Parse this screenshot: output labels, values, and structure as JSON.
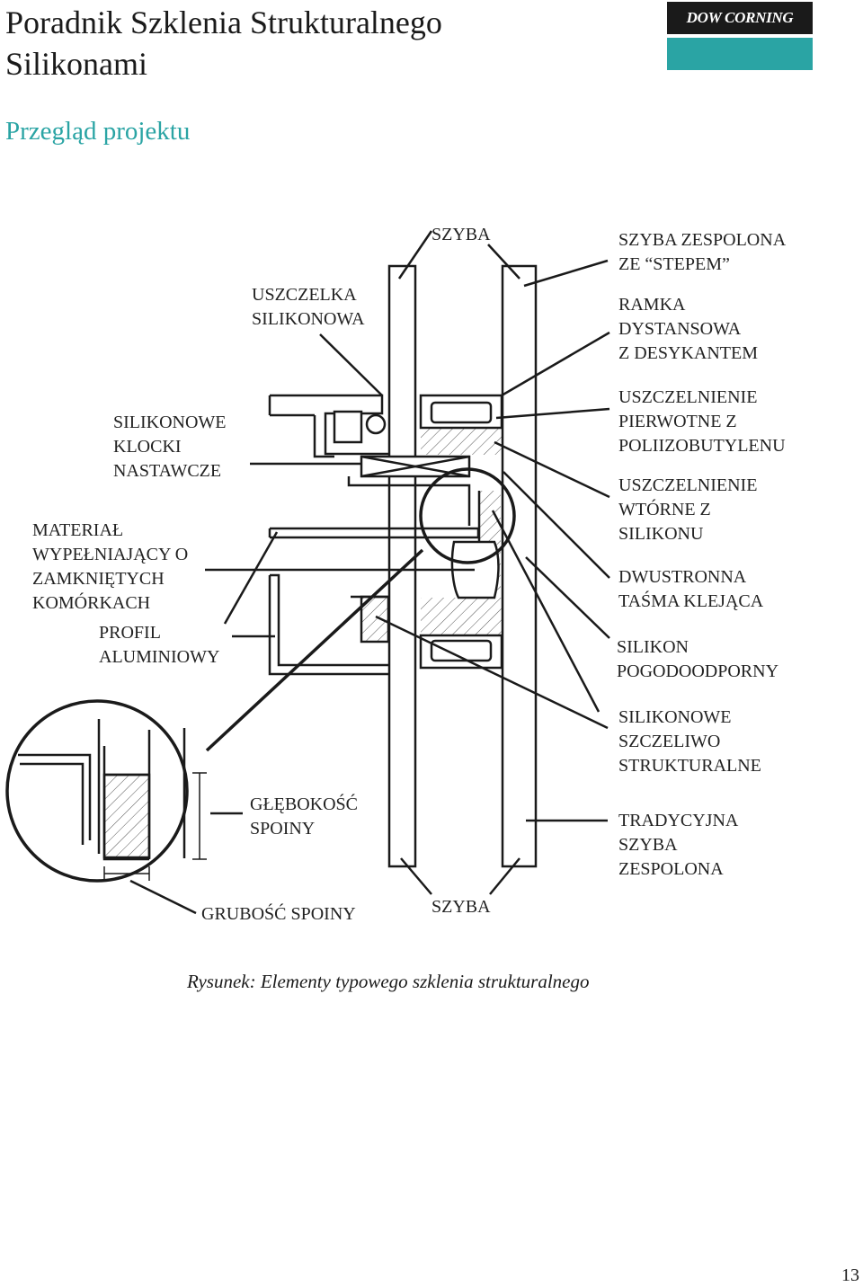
{
  "header": {
    "title": "Poradnik Szklenia Strukturalnego\nSilikonami",
    "subtitle": "Przegląd projektu",
    "logo_text": "DOW CORNING"
  },
  "colors": {
    "accent": "#2aa4a4",
    "ink": "#1a1a1a"
  },
  "labels": {
    "szyba_top": "SZYBA",
    "uszczelka": "USZCZELKA\nSILIKONOWA",
    "szyba_zespolona": "SZYBA ZESPOLONA\nZE “STEPEM”",
    "ramka": "RAMKA\nDYSTANSOWA\nZ DESYKANTEM",
    "klocki": "SILIKONOWE\nKLOCKI\nNASTAWCZE",
    "pierwotne": "USZCZELNIENIE\nPIERWOTNE Z\nPOLIIZOBUTYLENU",
    "wtorne": "USZCZELNIENIE\nWTÓRNE Z\nSILIKONU",
    "material": "MATERIAŁ\nWYPEŁNIAJĄCY O\nZAMKNIĘTYCH\nKOMÓRKACH",
    "tasma": "DWUSTRONNA\nTAŚMA KLEJĄCA",
    "profil": "PROFIL\nALUMINIOWY",
    "pogodoodporny": "SILIKON\nPOGODOODPORNY",
    "szczeliwo": "SILIKONOWE\nSZCZELIWO\nSTRUKTURALNE",
    "glebokosc": "GŁĘBOKOŚĆ\nSPOINY",
    "tradycyjna": "TRADYCYJNA\nSZYBA\nZESPOLONA",
    "grubosc": "GRUBOŚĆ SPOINY",
    "szyba_bottom": "SZYBA"
  },
  "caption": "Rysunek: Elementy typowego szklenia strukturalnego",
  "page_number": "13"
}
